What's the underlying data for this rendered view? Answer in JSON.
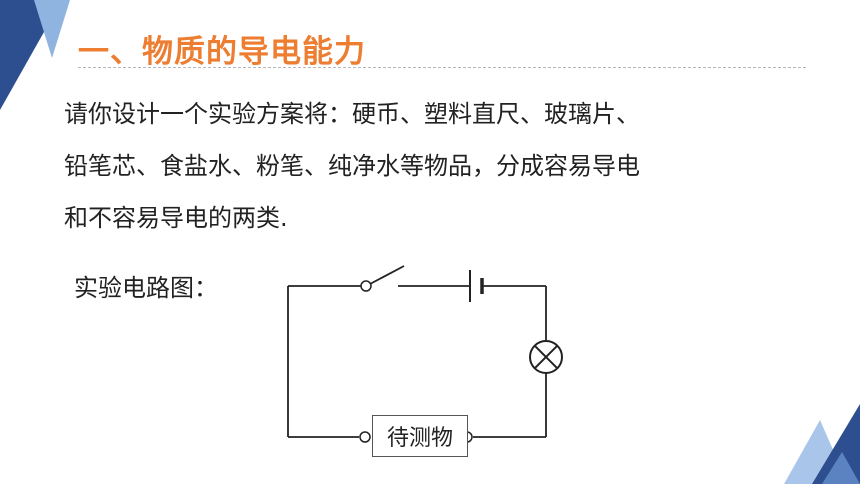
{
  "slide": {
    "title": "一、物质的导电能力",
    "paragraph_lines": [
      "请你设计一个实验方案将：硬币、塑料直尺、玻璃片、",
      "铅笔芯、食盐水、粉笔、纯净水等物品，分成容易导电",
      "和不容易导电的两类."
    ],
    "circuit_label": "实验电路图：",
    "circuit": {
      "components": [
        "switch-open",
        "battery",
        "lamp",
        "device-under-test"
      ],
      "device_under_test_label": "待测物"
    }
  },
  "colors": {
    "title": "#ED7D31",
    "deco_dark": "#2E4F8F",
    "deco_light": "#8FB4E0",
    "text": "#222222"
  }
}
